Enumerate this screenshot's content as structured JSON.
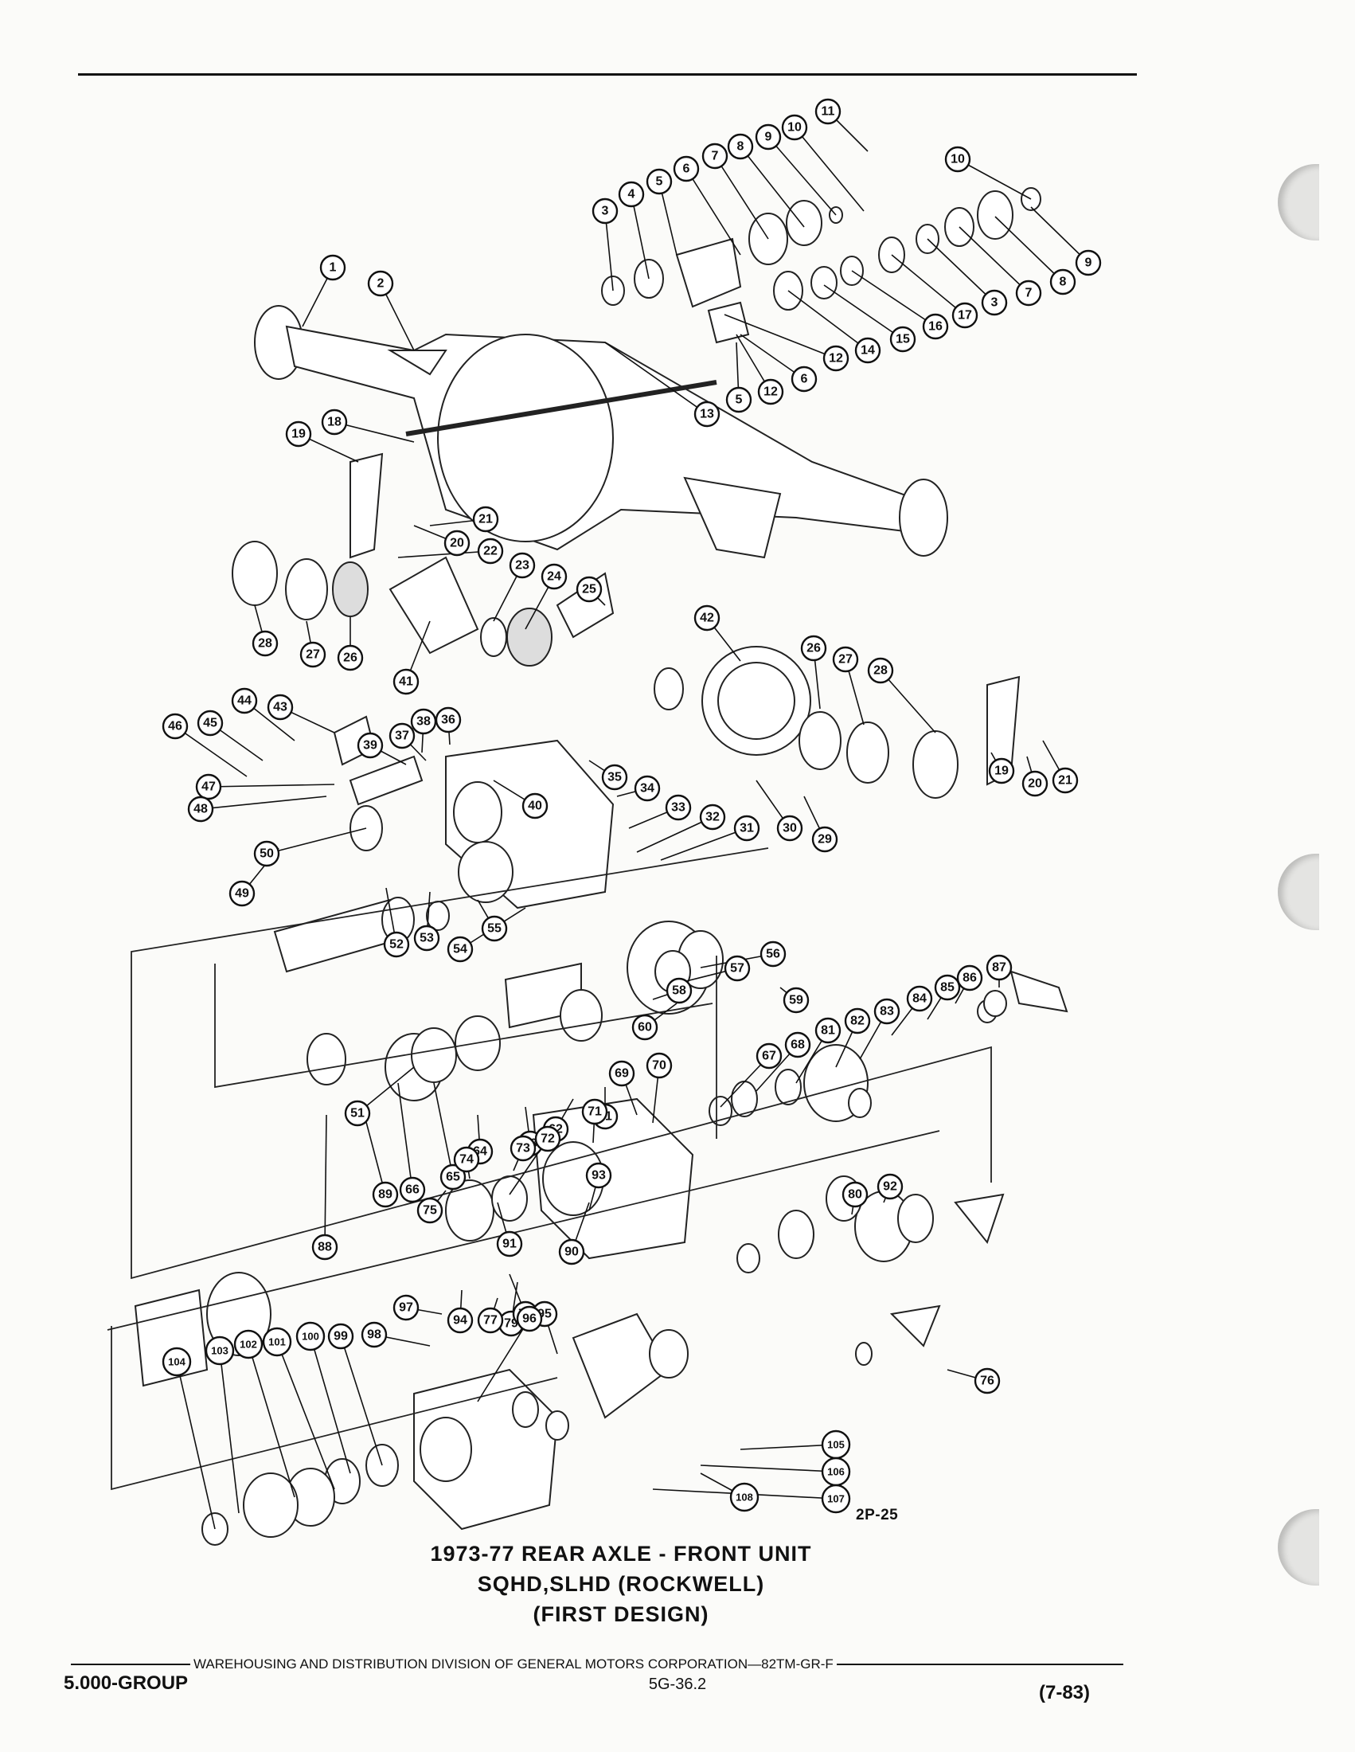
{
  "figure_ref": "2P-25",
  "title_lines": [
    "1973-77 REAR AXLE - FRONT UNIT",
    "SQHD,SLHD (ROCKWELL)",
    "(FIRST DESIGN)"
  ],
  "footer": {
    "division": "WAREHOUSING AND DISTRIBUTION  DIVISION OF GENERAL MOTORS CORPORATION—82TM-GR-F",
    "group": "5.000-GROUP",
    "page": "5G-36.2",
    "revision": "(7-83)"
  },
  "callouts": [
    "11",
    "10",
    "9",
    "8",
    "7",
    "6",
    "5",
    "4",
    "3",
    "10",
    "9",
    "8",
    "7",
    "3",
    "17",
    "16",
    "15",
    "14",
    "12",
    "6",
    "12",
    "5",
    "13",
    "1",
    "2",
    "18",
    "19",
    "21",
    "20",
    "22",
    "23",
    "24",
    "25",
    "42",
    "26",
    "27",
    "28",
    "28",
    "27",
    "26",
    "41",
    "43",
    "44",
    "45",
    "46",
    "47",
    "48",
    "38",
    "37",
    "36",
    "39",
    "40",
    "35",
    "34",
    "33",
    "32",
    "31",
    "30",
    "29",
    "19",
    "20",
    "21",
    "49",
    "50",
    "52",
    "53",
    "55",
    "54",
    "56",
    "57",
    "58",
    "51",
    "59",
    "60",
    "61",
    "62",
    "63",
    "64",
    "65",
    "66",
    "89",
    "88",
    "87",
    "86",
    "85",
    "84",
    "83",
    "82",
    "81",
    "68",
    "67",
    "69",
    "70",
    "71",
    "72",
    "73",
    "74",
    "75",
    "91",
    "90",
    "93",
    "92",
    "80",
    "79",
    "78",
    "77",
    "94",
    "95",
    "96",
    "97",
    "98",
    "99",
    "100",
    "101",
    "102",
    "103",
    "104",
    "105",
    "106",
    "107",
    "108",
    "76"
  ]
}
